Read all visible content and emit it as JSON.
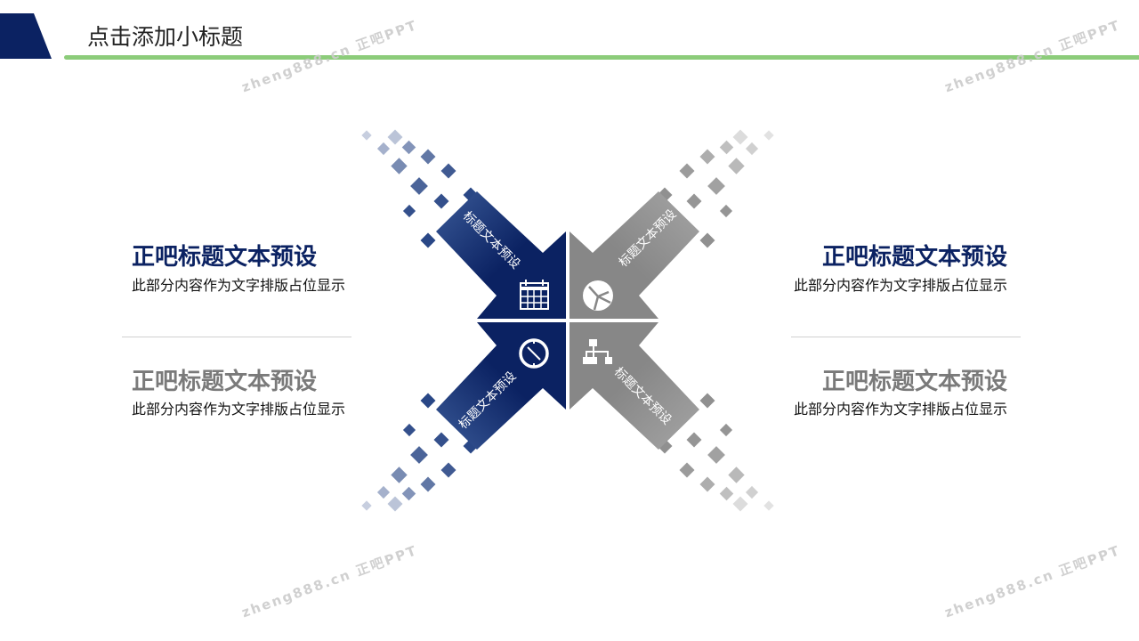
{
  "header": {
    "title": "点击添加小标题"
  },
  "colors": {
    "navy": "#0b2262",
    "gray": "#8a8a8a",
    "green": "#8ccc7a"
  },
  "watermark": "zheng888.cn 正吧PPT",
  "arrows": [
    {
      "label": "标题文本预设",
      "icon": "calendar-icon"
    },
    {
      "label": "标题文本预设",
      "icon": "globe-icon"
    },
    {
      "label": "标题文本预设",
      "icon": "compass-icon"
    },
    {
      "label": "标题文本预设",
      "icon": "org-chart-icon"
    }
  ],
  "blocks": [
    {
      "heading": "正吧标题文本预设",
      "text": "此部分内容作为文字排版占位显示"
    },
    {
      "heading": "正吧标题文本预设",
      "text": "此部分内容作为文字排版占位显示"
    },
    {
      "heading": "正吧标题文本预设",
      "text": "此部分内容作为文字排版占位显示"
    },
    {
      "heading": "正吧标题文本预设",
      "text": "此部分内容作为文字排版占位显示"
    }
  ]
}
